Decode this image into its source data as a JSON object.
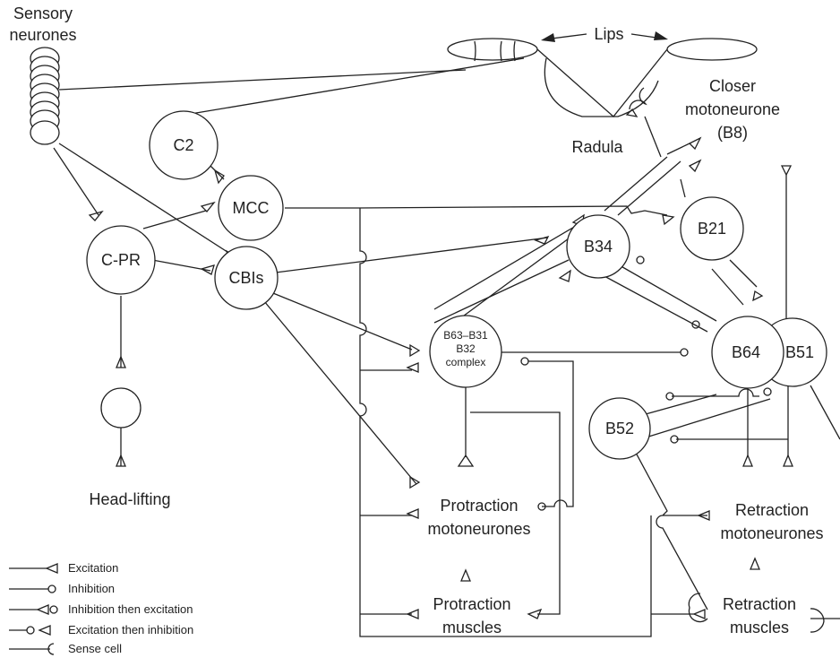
{
  "labels": {
    "sensory": [
      "Sensory",
      "neurones"
    ],
    "lips": "Lips",
    "radula": "Radula",
    "closer": [
      "Closer",
      "motoneurone",
      "(B8)"
    ],
    "c2": "C2",
    "mcc": "MCC",
    "cpr": "C-PR",
    "cbis": "CBIs",
    "b34": "B34",
    "b21": "B21",
    "b63": [
      "B63–B31",
      "B32",
      "complex"
    ],
    "b64": "B64",
    "b51": "B51",
    "b52": "B52",
    "head_lifting": "Head-lifting",
    "protraction_mn": [
      "Protraction",
      "motoneurones"
    ],
    "protraction_mu": [
      "Protraction",
      "muscles"
    ],
    "retraction_mn": [
      "Retraction",
      "motoneurones"
    ],
    "retraction_mu": [
      "Retraction",
      "muscles"
    ]
  },
  "legend": {
    "excitation": "Excitation",
    "inhibition": "Inhibition",
    "inh_then_exc": "Inhibition then excitation",
    "exc_then_inh": "Excitation then inhibition",
    "sense_cell": "Sense cell"
  }
}
